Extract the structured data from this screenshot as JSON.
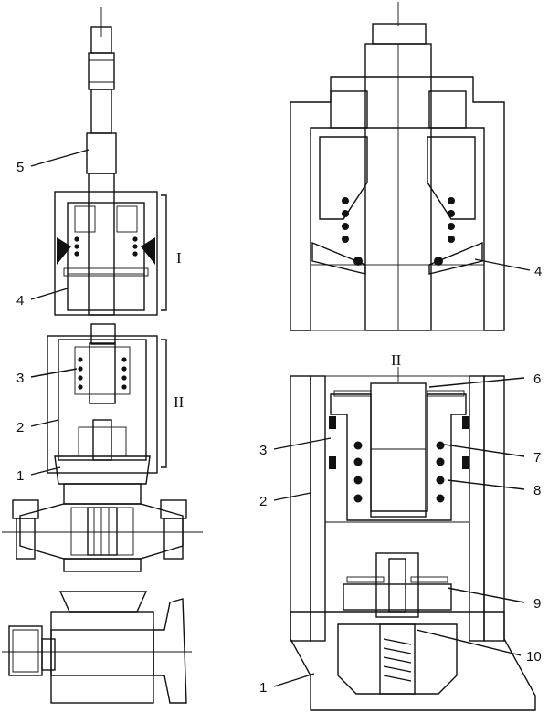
{
  "left_labels": {
    "l5": "5",
    "l4": "4",
    "l3": "3",
    "l2": "2",
    "l1": "1",
    "group_1": "I",
    "group_2": "II"
  },
  "right_labels": {
    "r4": "4",
    "section_2": "II",
    "r6": "6",
    "r3": "3",
    "r7": "7",
    "r2": "2",
    "r8": "8",
    "r9": "9",
    "r10": "10",
    "r1": "1"
  },
  "colors": {
    "ink": "#111111",
    "fluid": "#d4d4d4",
    "paper": "#ffffff"
  }
}
